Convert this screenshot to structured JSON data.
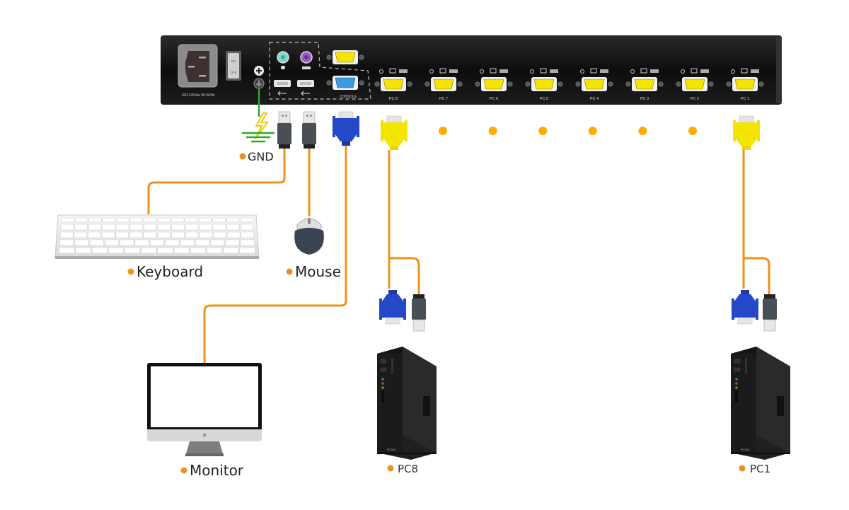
{
  "title": "KVM switch connection diagram",
  "colors": {
    "cable": "#f0921a",
    "dot": "#ffab00",
    "ground": "#2aa829",
    "lightning": "#f5c518",
    "vga_blue": "#2448c8",
    "vga_yellow": "#f4e500",
    "usb_plug": "#4a4f55",
    "panel": "#111111"
  },
  "device": {
    "power_label": "100-240Vac 50-60Hz",
    "switch_on": "ON",
    "switch_off": "OFF",
    "console_label": "CONSOLE",
    "pc_ports": [
      "PC 8",
      "PC 7",
      "PC 6",
      "PC 5",
      "PC 4",
      "PC 3",
      "PC 2",
      "PC 1"
    ]
  },
  "peripherals": {
    "gnd": "GND",
    "keyboard": "Keyboard",
    "mouse": "Mouse",
    "monitor": "Monitor"
  },
  "computers": [
    {
      "label": "PC8",
      "case_text": "PC300"
    },
    {
      "label": "PC1",
      "case_text": "PC300"
    }
  ],
  "ellipsis_dots": 6
}
